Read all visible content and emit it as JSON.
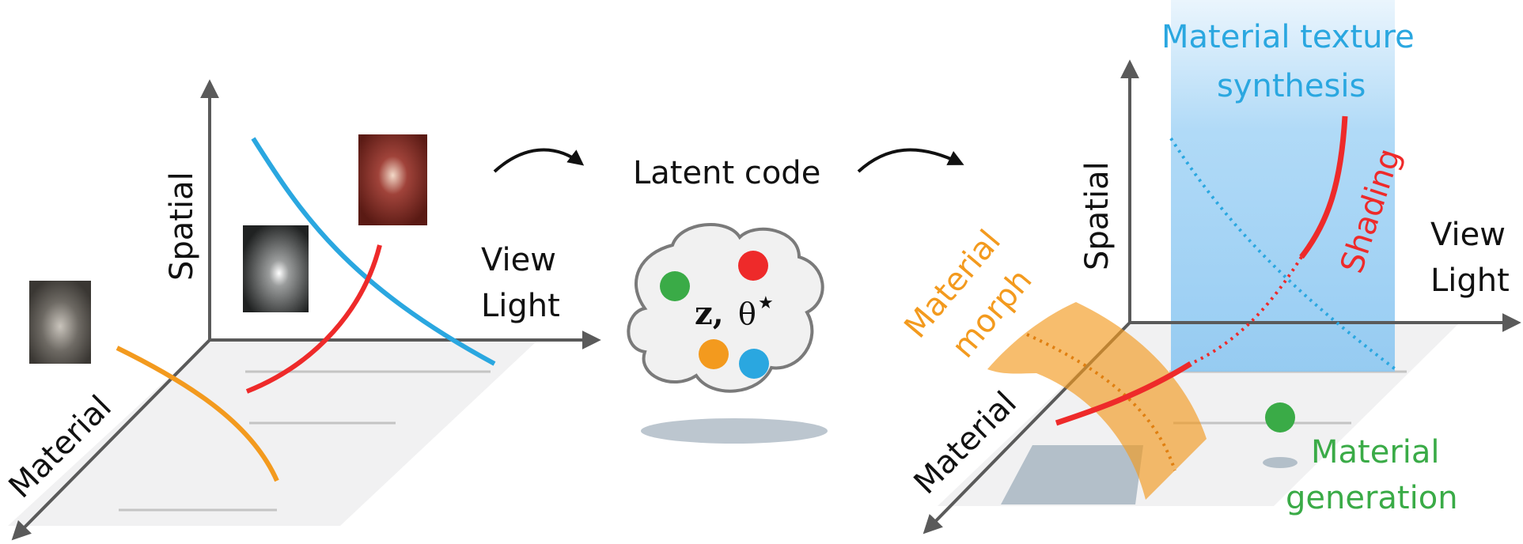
{
  "left_panel": {
    "axis_spatial": "Spatial",
    "axis_view": "View",
    "axis_light": "Light",
    "axis_material": "Material"
  },
  "middle": {
    "title": "Latent code",
    "z": "z,",
    "theta": "θ",
    "star": "★"
  },
  "right_panel": {
    "axis_spatial": "Spatial",
    "axis_view": "View",
    "axis_light": "Light",
    "axis_material": "Material",
    "texture_line1": "Material texture",
    "texture_line2": "synthesis",
    "shading": "Shading",
    "morph_line1": "Material",
    "morph_line2": "morph",
    "generation_line1": "Material",
    "generation_line2": "generation"
  },
  "colors": {
    "blue": "#2aa7e0",
    "red": "#ee2a2a",
    "orange": "#f39a1e",
    "green": "#3aab47",
    "axis": "#5a5a5a"
  }
}
